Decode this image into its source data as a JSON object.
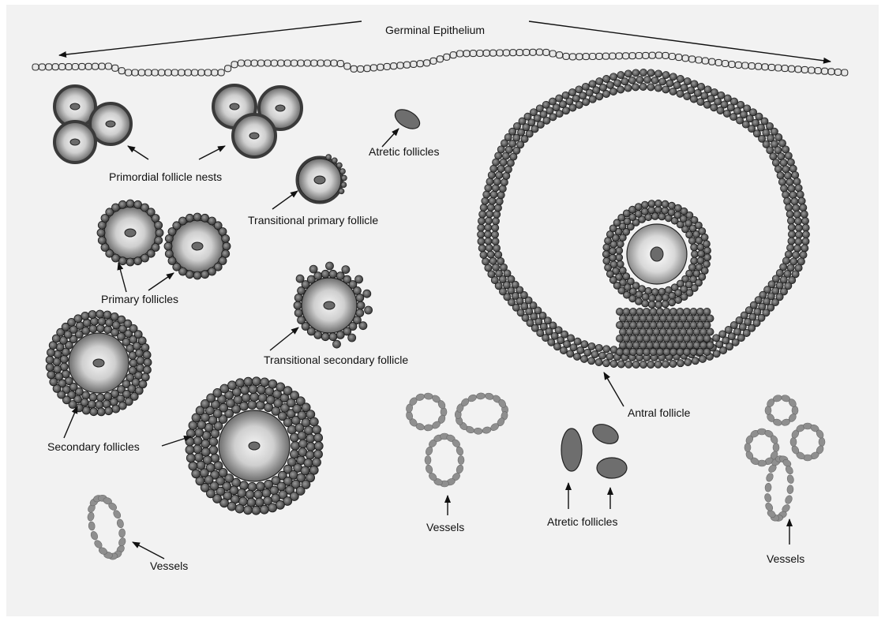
{
  "colors": {
    "background": "#f2f2f2",
    "frame": "#ffffff",
    "cell_dark": "#5a5a5a",
    "cell_outline": "#1a1a1a",
    "ring_dark": "#3a3a3a",
    "nucleus": "#6b6b6b",
    "vessel": "#8f8f8f",
    "atretic": "#6e6e6e",
    "text": "#111111"
  },
  "labels": {
    "germinal_epithelium": "Germinal Epithelium",
    "primordial_follicle_nests": "Primordial follicle nests",
    "atretic_follicles_top": "Atretic follicles",
    "transitional_primary_follicle": "Transitional primary follicle",
    "primary_follicles": "Primary follicles",
    "transitional_secondary_follicle": "Transitional secondary follicle",
    "secondary_follicles": "Secondary follicles",
    "antral_follicle": "Antral follicle",
    "vessels_left": "Vessels",
    "vessels_center": "Vessels",
    "vessels_right": "Vessels",
    "atretic_follicles_bottom": "Atretic follicles"
  },
  "icons": {
    "oocyte": "oocyte-icon",
    "granulosa_cell": "granulosa-cell-icon",
    "vessel": "vessel-icon",
    "arrow": "arrow-icon"
  }
}
